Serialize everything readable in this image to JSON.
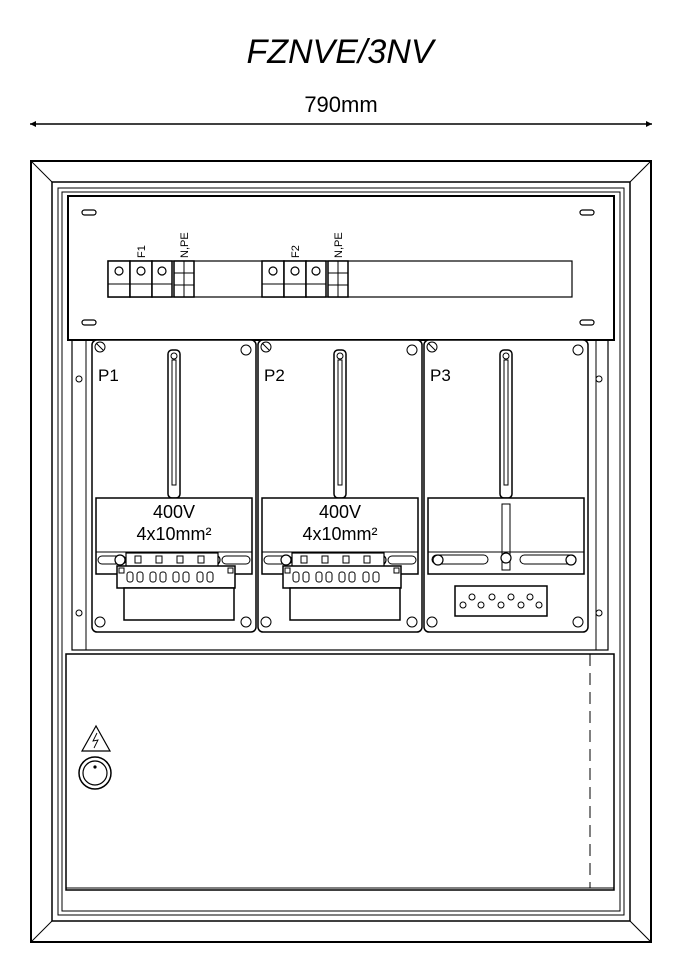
{
  "drawing": {
    "title": "FZNVE/3NV",
    "dimension": "790mm"
  },
  "top_rail": {
    "groups": [
      {
        "fuse_label": "F1",
        "npe_label": "N,PE"
      },
      {
        "fuse_label": "F2",
        "npe_label": "N,PE"
      }
    ]
  },
  "panels": [
    {
      "label": "P1",
      "voltage": "400V",
      "cable": "4x10mm²"
    },
    {
      "label": "P2",
      "voltage": "400V",
      "cable": "4x10mm²"
    },
    {
      "label": "P3"
    }
  ]
}
